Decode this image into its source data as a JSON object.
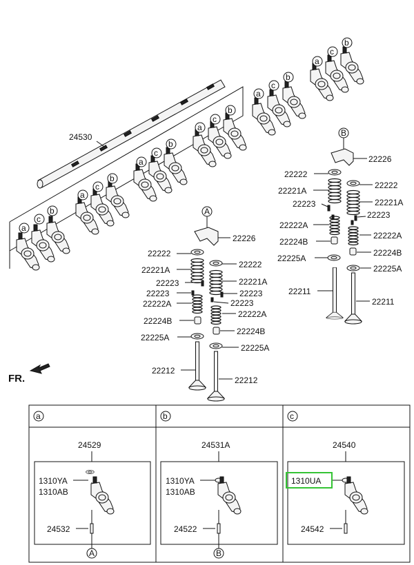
{
  "labels": {
    "shaft": "24530",
    "b_valve_top": "22226",
    "b_retainer_left": "22222",
    "b_retainer_right": "22222",
    "b_spring_outer_left": "22221A",
    "b_spring_outer_right": "22221A",
    "b_cotter_left": "22223",
    "b_cotter_right": "22223",
    "b_spring_inner_left": "22222A",
    "b_spring_inner_right": "22222A",
    "b_seal_left": "22224B",
    "b_seal_right": "22224B",
    "b_seat_left": "22225A",
    "b_seat_right": "22225A",
    "b_valve_left": "22211",
    "b_valve_right": "22211",
    "a_valve_top": "22226",
    "a_retainer_left": "22222",
    "a_retainer_right": "22222",
    "a_spring_outer_left": "22221A",
    "a_spring_outer_right": "22221A",
    "a_cotter_left": "22223",
    "a_cotter_right": "22223",
    "a_spring_inner_left": "22222A",
    "a_spring_inner_right": "22222A",
    "a_seal_left": "22224B",
    "a_seal_right": "22224B",
    "a_seat_left": "22225A",
    "a_seat_right": "22225A",
    "a_valve_left": "22212",
    "a_valve_right": "22212"
  },
  "markers": {
    "a": "a",
    "b": "b",
    "c": "c",
    "A": "A",
    "B": "B"
  },
  "front": "FR.",
  "detail": {
    "col_a": {
      "marker": "a",
      "assembly": "24529",
      "nut1": "1310YA",
      "nut2": "1310AB",
      "bolt": "24532",
      "ref": "A"
    },
    "col_b": {
      "marker": "b",
      "assembly": "24531A",
      "nut1": "1310YA",
      "nut2": "1310AB",
      "bolt": "24522",
      "ref": "B"
    },
    "col_c": {
      "marker": "c",
      "assembly": "24540",
      "nut1": "1310UA",
      "bolt": "24542"
    }
  },
  "highlight_color": "#34c334"
}
